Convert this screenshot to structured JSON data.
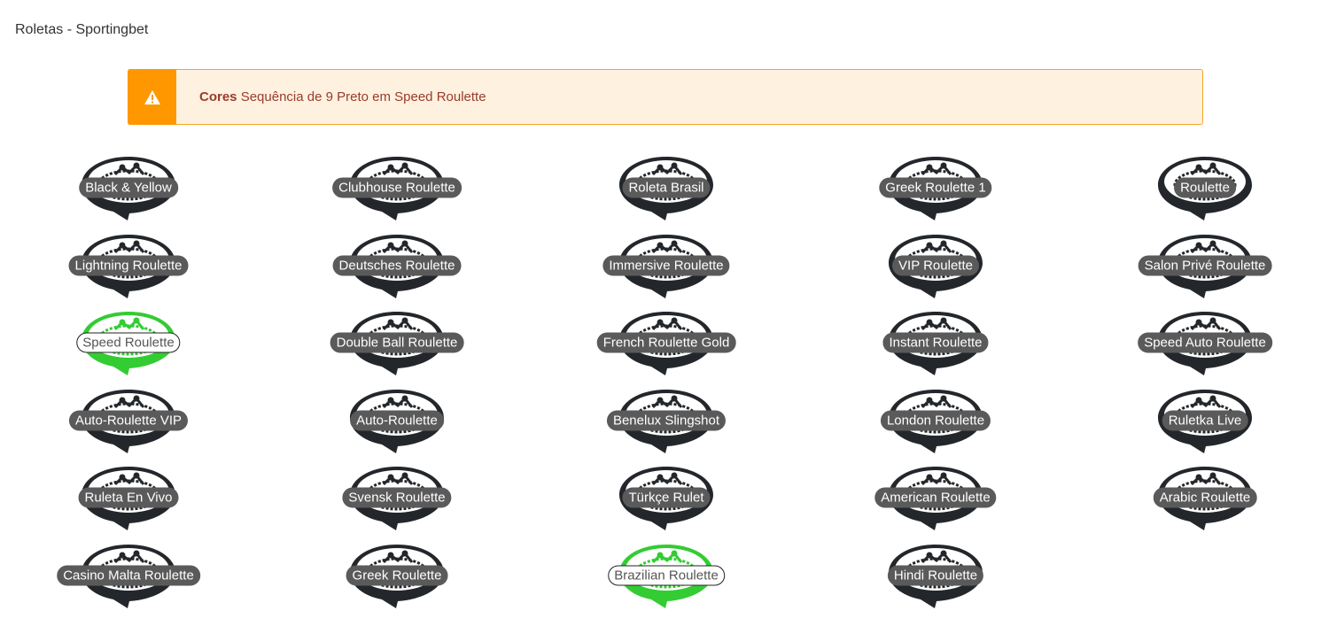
{
  "title": "Roletas - Sportingbet",
  "alert": {
    "icon": "warning-icon",
    "strong": "Cores",
    "message": "Sequência de 9 Preto em Speed Roulette",
    "accent": "#ff9800"
  },
  "colors": {
    "normal": "#23272b",
    "active": "#33cc33"
  },
  "roulettes": [
    {
      "name": "Black & Yellow"
    },
    {
      "name": "Clubhouse Roulette"
    },
    {
      "name": "Roleta Brasil"
    },
    {
      "name": "Greek Roulette 1"
    },
    {
      "name": "Roulette"
    },
    {
      "name": "Lightning Roulette"
    },
    {
      "name": "Deutsches Roulette"
    },
    {
      "name": "Immersive Roulette"
    },
    {
      "name": "VIP Roulette"
    },
    {
      "name": "Salon Privé Roulette"
    },
    {
      "name": "Speed Roulette",
      "active": true
    },
    {
      "name": "Double Ball Roulette"
    },
    {
      "name": "French Roulette Gold"
    },
    {
      "name": "Instant Roulette"
    },
    {
      "name": "Speed Auto Roulette"
    },
    {
      "name": "Auto-Roulette VIP"
    },
    {
      "name": "Auto-Roulette"
    },
    {
      "name": "Benelux Slingshot"
    },
    {
      "name": "London Roulette"
    },
    {
      "name": "Ruletka Live"
    },
    {
      "name": "Ruleta En Vivo"
    },
    {
      "name": "Svensk Roulette"
    },
    {
      "name": "Türkçe Rulet"
    },
    {
      "name": "American Roulette"
    },
    {
      "name": "Arabic Roulette"
    },
    {
      "name": "Casino Malta Roulette"
    },
    {
      "name": "Greek Roulette"
    },
    {
      "name": "Brazilian Roulette",
      "active": true
    },
    {
      "name": "Hindi Roulette"
    }
  ]
}
